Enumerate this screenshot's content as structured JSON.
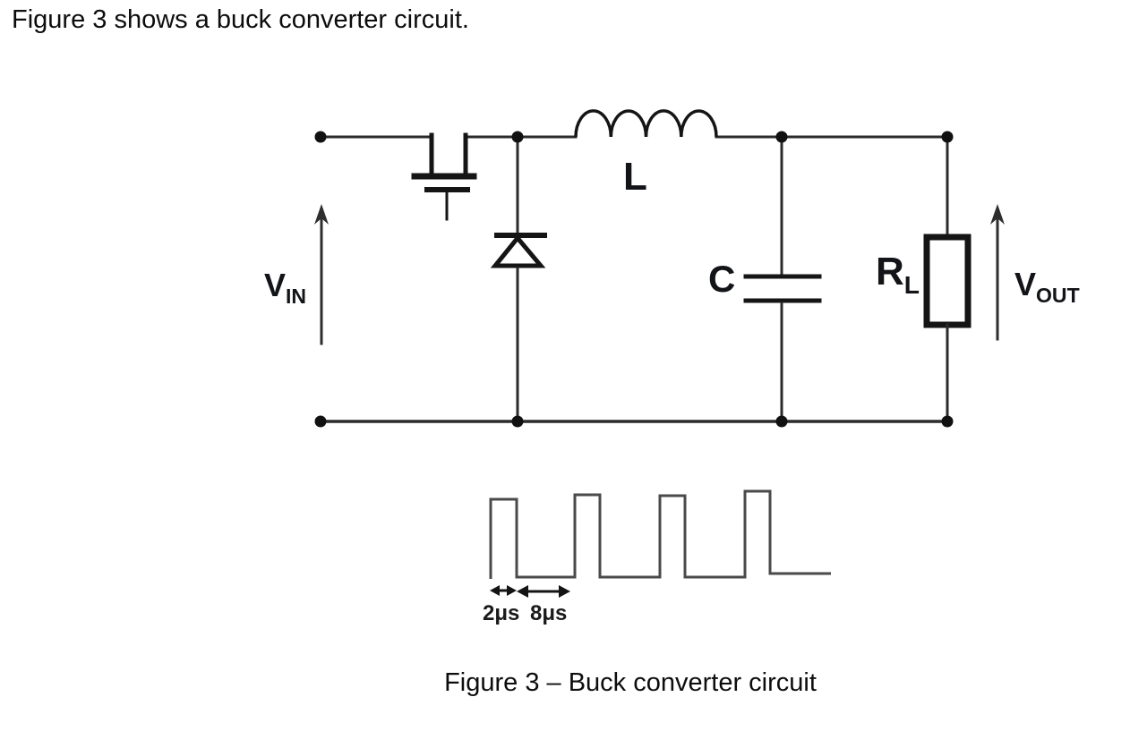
{
  "document": {
    "intro_text": "Figure 3 shows a buck converter circuit.",
    "figure_caption": "Figure 3 – Buck converter circuit"
  },
  "circuit": {
    "input_voltage": {
      "main": "V",
      "sub": "IN"
    },
    "output_voltage": {
      "main": "V",
      "sub": "OUT"
    },
    "inductor_label": "L",
    "capacitor_label": "C",
    "load_resistor": {
      "main": "R",
      "sub": "L"
    },
    "symbols": [
      "mosfet-switch",
      "freewheel-diode",
      "inductor",
      "capacitor",
      "load-resistor"
    ],
    "colors": {
      "wire": "#2b2b2b",
      "ink": "#121212",
      "background": "#ffffff"
    }
  },
  "waveform": {
    "type": "gate-drive-square-wave",
    "on_time_label": "2μs",
    "off_time_label": "8μs"
  }
}
